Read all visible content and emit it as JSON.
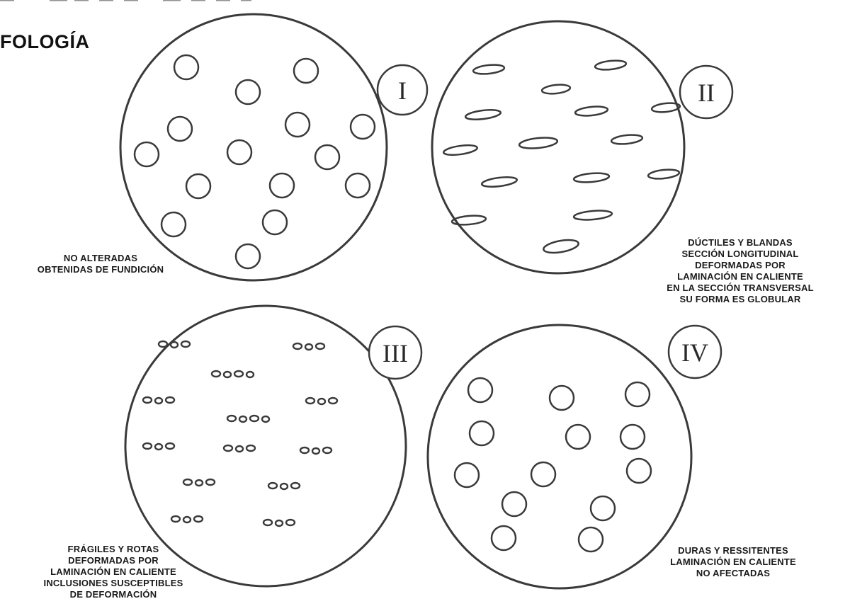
{
  "title": "FOLOGÍA",
  "panels": [
    {
      "numeral": "I",
      "inclusion_type": "circle",
      "caption": [
        "NO ALTERADAS",
        "OBTENIDAS DE FUNDICIÓN"
      ]
    },
    {
      "numeral": "II",
      "inclusion_type": "elongated-ellipse",
      "caption": [
        "DÚCTILES Y BLANDAS",
        "SECCIÓN LONGITUDINAL",
        "DEFORMADAS POR",
        "LAMINACIÓN EN CALIENTE",
        "EN LA SECCIÓN TRANSVERSAL",
        "SU FORMA ES GLOBULAR"
      ]
    },
    {
      "numeral": "III",
      "inclusion_type": "broken-fragment-string",
      "caption": [
        "FRÁGILES Y ROTAS",
        "DEFORMADAS POR",
        "LAMINACIÓN EN CALIENTE",
        "INCLUSIONES SUSCEPTIBLES",
        "DE DEFORMACIÓN"
      ]
    },
    {
      "numeral": "IV",
      "inclusion_type": "circle",
      "caption": [
        "DURAS Y RESSITENTES",
        "LAMINACIÓN EN CALIENTE",
        "NO AFECTADAS"
      ]
    }
  ],
  "colors": {
    "ink": "#3a3a3a",
    "paper": "#ffffff"
  }
}
